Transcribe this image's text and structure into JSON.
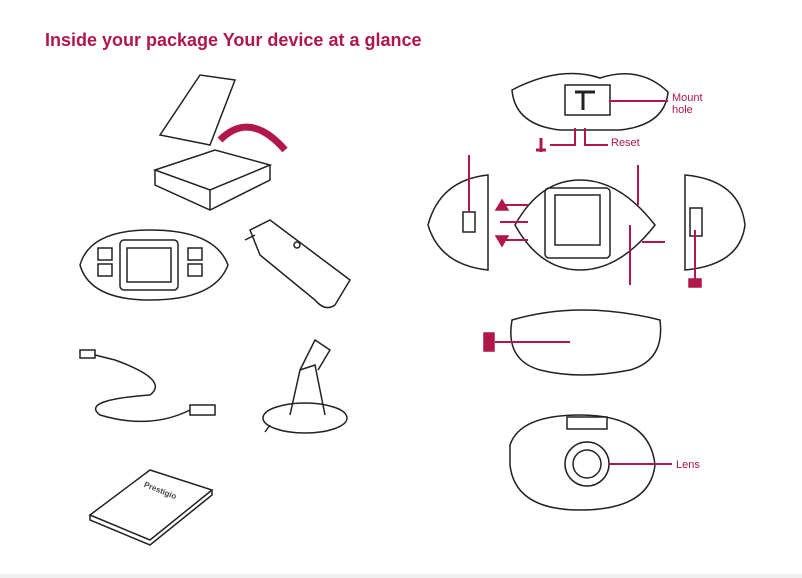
{
  "title": "Inside your package Your device at a glance",
  "labels": {
    "mount_hole": "Mount\nhole",
    "reset": "Reset",
    "lens": "Lens"
  },
  "manual_brand": "Prestigio",
  "colors": {
    "accent": "#b0174a",
    "line": "#222222"
  }
}
